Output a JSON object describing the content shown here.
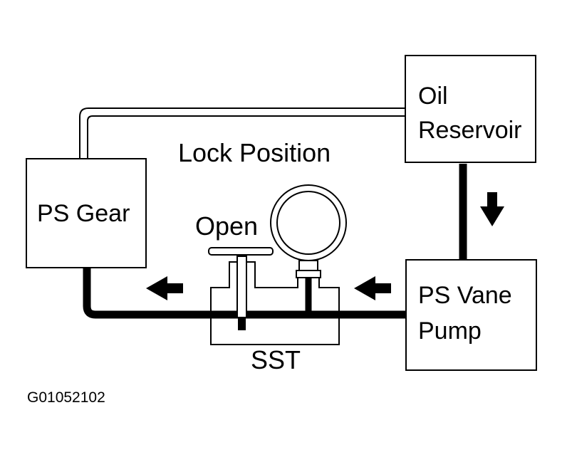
{
  "diagram": {
    "components": {
      "ps_gear": "PS Gear",
      "oil_reservoir_line1": "Oil",
      "oil_reservoir_line2": "Reservoir",
      "ps_vane_pump_line1": "PS Vane",
      "ps_vane_pump_line2": "Pump",
      "sst": "SST"
    },
    "valve_state": "Open",
    "position_label": "Lock Position",
    "figure_code": "G01052102"
  }
}
